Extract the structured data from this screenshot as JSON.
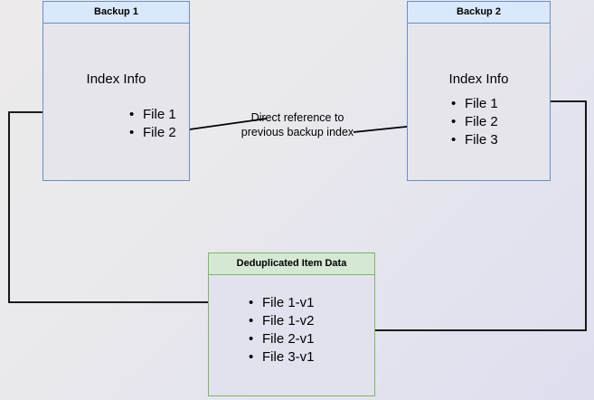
{
  "diagram": {
    "title_hidden": "Backup deduplication index reference diagram",
    "background": {
      "from_color": "#eceaea",
      "to_color": "#dedeef"
    },
    "nodes": [
      {
        "id": "backup-1",
        "header": "Backup 1",
        "body_title": "Index Info",
        "items": [
          "File 1",
          "File 2"
        ],
        "border_color": "#6c8ebf",
        "header_fill": "#dae8fc",
        "body_fill": "#e6e5ec"
      },
      {
        "id": "backup-2",
        "header": "Backup 2",
        "body_title": "Index Info",
        "items": [
          "File 1",
          "File 2",
          "File 3"
        ],
        "border_color": "#6c8ebf",
        "header_fill": "#dae8fc",
        "body_fill": "#e6e5ec"
      },
      {
        "id": "deduplicated-item-data",
        "header": "Deduplicated Item Data",
        "body_title": "",
        "items": [
          "File 1-v1",
          "File 1-v2",
          "File 2-v1",
          "File 3-v1"
        ],
        "border_color": "#82b366",
        "header_fill": "#d5e8d4",
        "body_fill": "#e2e2ef"
      }
    ],
    "edge_labels": [
      {
        "id": "direct-reference-label",
        "line1": "Direct reference to",
        "line2": "previous backup index"
      }
    ],
    "connector_color": "#000000"
  }
}
